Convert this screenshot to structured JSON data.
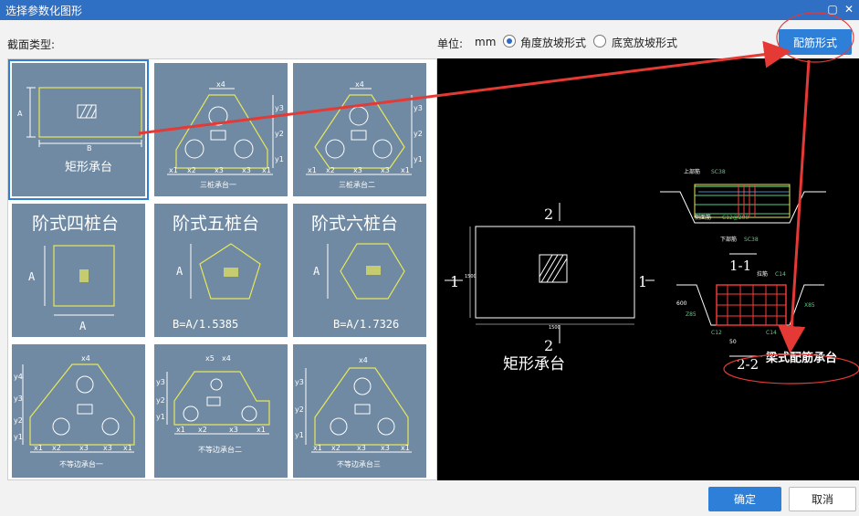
{
  "window": {
    "title": "选择参数化图形"
  },
  "toolbar": {
    "section_label": "截面类型:",
    "unit_label": "单位:",
    "unit_value": "mm",
    "radio_options": [
      {
        "label": "角度放坡形式",
        "checked": true
      },
      {
        "label": "底宽放坡形式",
        "checked": false
      }
    ],
    "rebar_button": "配筋形式"
  },
  "gallery": {
    "selected_index": 0,
    "tiles": [
      {
        "caption": "矩形承台",
        "dim_a": "A",
        "dim_b": "B"
      },
      {
        "caption": "三桩承台一",
        "dims": [
          "x4",
          "y3",
          "y2",
          "y1",
          "x1",
          "x2",
          "x3",
          "x3",
          "x1"
        ]
      },
      {
        "caption": "三桩承台二",
        "dims": [
          "x4",
          "y3",
          "y2",
          "y1",
          "x1",
          "x2",
          "x3",
          "x3",
          "x1"
        ]
      },
      {
        "caption": "阶式四桩台",
        "dim_a": "A",
        "dim_b": "A"
      },
      {
        "caption": "阶式五桩台",
        "dim_a": "A",
        "formula": "B=A/1.5385"
      },
      {
        "caption": "阶式六桩台",
        "dim_a": "A",
        "formula": "B=A/1.7326"
      },
      {
        "caption": "不等边承台一",
        "dims": [
          "x4",
          "y4",
          "y3",
          "y2",
          "y1",
          "x1",
          "x2",
          "x3",
          "x3",
          "x1"
        ]
      },
      {
        "caption": "不等边承台二",
        "dims": [
          "x5",
          "x4",
          "y3",
          "y2",
          "y1",
          "x1",
          "x2",
          "x3",
          "x1"
        ]
      },
      {
        "caption": "不等边承台三",
        "dims": [
          "x4",
          "y3",
          "y2",
          "y1",
          "x1",
          "x2",
          "x3",
          "x3",
          "x1"
        ]
      }
    ]
  },
  "preview": {
    "caption": "矩形承台",
    "section_top": "2",
    "section_bottom": "2",
    "section_left": "1",
    "section_right": "1",
    "width_dim": "1500",
    "height_dim": "1500",
    "detail_top_label": "1-1",
    "detail_bottom_label": "2-2",
    "detail_tags": [
      "上部筋",
      "SC38",
      "侧面筋",
      "C12@200",
      "下部筋",
      "SC38",
      "拉筋",
      "C14",
      "600",
      "Z85",
      "C12",
      "C14",
      "X85",
      "50"
    ],
    "annotation": "梁式配筋承台"
  },
  "footer": {
    "ok": "确定",
    "cancel": "取消"
  },
  "colors": {
    "title_bar": "#2f6fc4",
    "accent": "#2e7fd8",
    "tile_bg": "#6f8aa2",
    "shape_outline": "#e8e85a",
    "annotation_red": "#e53935"
  }
}
